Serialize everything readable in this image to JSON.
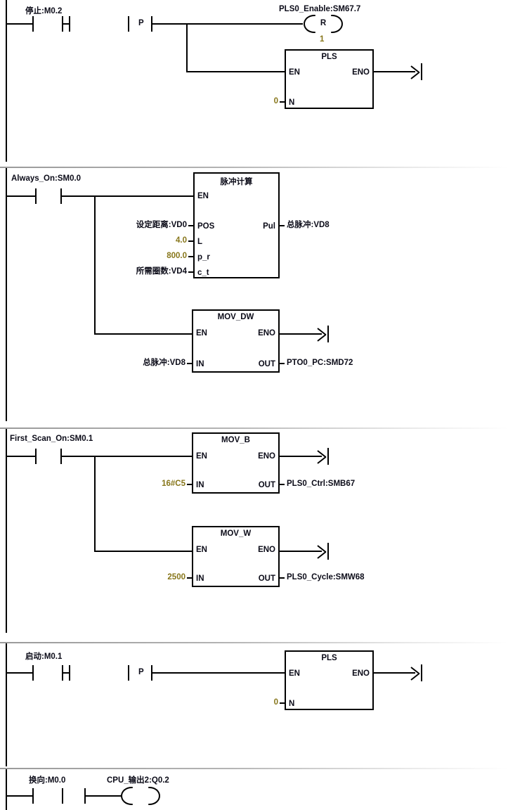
{
  "document": {
    "type": "plc-ladder-diagram",
    "language": "LAD",
    "network_count": 5
  },
  "colors": {
    "wire": "#000000",
    "text": "#0b0b18",
    "constant": "#87761a",
    "separator": "#9a9a9a",
    "background": "#ffffff"
  },
  "networks": [
    {
      "id": "network-1",
      "contacts": [
        {
          "label": "停止:M0.2",
          "type": "normally-open"
        },
        {
          "label": "",
          "type": "normally-open"
        }
      ],
      "p_contact": {
        "label": "P",
        "type": "positive-transition"
      },
      "coil": {
        "label": "PLS0_Enable:SM67.7",
        "symbol": "R",
        "operand": "1"
      },
      "box": {
        "title": "PLS",
        "pins_left": [
          "EN",
          "N"
        ],
        "pins_right": [
          "ENO"
        ],
        "inputs": {
          "N": "0"
        }
      }
    },
    {
      "id": "network-2",
      "contacts": [
        {
          "label": "Always_On:SM0.0",
          "type": "normally-open"
        },
        {
          "label": "",
          "type": "normally-open"
        }
      ],
      "box_calc": {
        "title": "脉冲计算",
        "pins_left": [
          "EN",
          "POS",
          "L",
          "p_r",
          "c_t"
        ],
        "pins_right": [
          "Pul"
        ],
        "inputs": {
          "POS": "设定距离:VD0",
          "L": "4.0",
          "p_r": "800.0",
          "c_t": "所需圈数:VD4"
        },
        "outputs": {
          "Pul": "总脉冲:VD8"
        },
        "const_pins": [
          "L",
          "p_r"
        ]
      },
      "box_mov": {
        "title": "MOV_DW",
        "pins_left": [
          "EN",
          "IN"
        ],
        "pins_right": [
          "ENO",
          "OUT"
        ],
        "inputs": {
          "IN": "总脉冲:VD8"
        },
        "outputs": {
          "OUT": "PTO0_PC:SMD72"
        }
      }
    },
    {
      "id": "network-3",
      "contacts": [
        {
          "label": "First_Scan_On:SM0.1",
          "type": "normally-open"
        },
        {
          "label": "",
          "type": "normally-open"
        }
      ],
      "box_b": {
        "title": "MOV_B",
        "pins_left": [
          "EN",
          "IN"
        ],
        "pins_right": [
          "ENO",
          "OUT"
        ],
        "inputs": {
          "IN": "16#C5"
        },
        "outputs": {
          "OUT": "PLS0_Ctrl:SMB67"
        },
        "const_pins": [
          "IN"
        ]
      },
      "box_w": {
        "title": "MOV_W",
        "pins_left": [
          "EN",
          "IN"
        ],
        "pins_right": [
          "ENO",
          "OUT"
        ],
        "inputs": {
          "IN": "2500"
        },
        "outputs": {
          "OUT": "PLS0_Cycle:SMW68"
        },
        "const_pins": [
          "IN"
        ]
      }
    },
    {
      "id": "network-4",
      "contacts": [
        {
          "label": "启动:M0.1",
          "type": "normally-open"
        },
        {
          "label": "",
          "type": "normally-open"
        }
      ],
      "p_contact": {
        "label": "P",
        "type": "positive-transition"
      },
      "box": {
        "title": "PLS",
        "pins_left": [
          "EN",
          "N"
        ],
        "pins_right": [
          "ENO"
        ],
        "inputs": {
          "N": "0"
        }
      }
    },
    {
      "id": "network-5",
      "contacts": [
        {
          "label": "换向:M0.0",
          "type": "normally-open"
        },
        {
          "label": "",
          "type": "normally-open"
        }
      ],
      "coil": {
        "label": "CPU_输出2:Q0.2",
        "symbol": ""
      }
    }
  ]
}
